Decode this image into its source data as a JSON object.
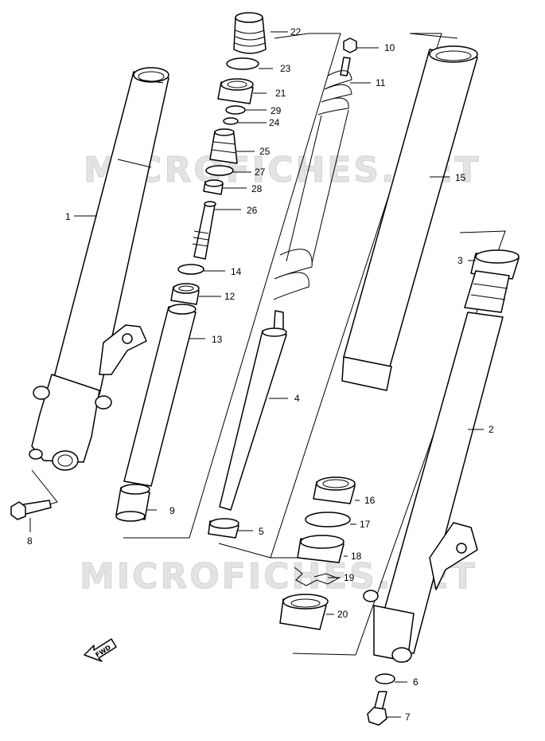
{
  "watermark": "MICROFICHES.NET",
  "fwd_label": "FWD",
  "callouts": [
    {
      "id": "c1",
      "label": "1"
    },
    {
      "id": "c2",
      "label": "2"
    },
    {
      "id": "c3",
      "label": "3"
    },
    {
      "id": "c4",
      "label": "4"
    },
    {
      "id": "c5",
      "label": "5"
    },
    {
      "id": "c6",
      "label": "6"
    },
    {
      "id": "c7",
      "label": "7"
    },
    {
      "id": "c8",
      "label": "8"
    },
    {
      "id": "c9",
      "label": "9"
    },
    {
      "id": "c10",
      "label": "10"
    },
    {
      "id": "c11",
      "label": "11"
    },
    {
      "id": "c12",
      "label": "12"
    },
    {
      "id": "c13",
      "label": "13"
    },
    {
      "id": "c14",
      "label": "14"
    },
    {
      "id": "c15",
      "label": "15"
    },
    {
      "id": "c16",
      "label": "16"
    },
    {
      "id": "c17",
      "label": "17"
    },
    {
      "id": "c18",
      "label": "18"
    },
    {
      "id": "c19",
      "label": "19"
    },
    {
      "id": "c20",
      "label": "20"
    },
    {
      "id": "c21",
      "label": "21"
    },
    {
      "id": "c22",
      "label": "22"
    },
    {
      "id": "c23",
      "label": "23"
    },
    {
      "id": "c24",
      "label": "24"
    },
    {
      "id": "c25",
      "label": "25"
    },
    {
      "id": "c26",
      "label": "26"
    },
    {
      "id": "c27",
      "label": "27"
    },
    {
      "id": "c28",
      "label": "28"
    },
    {
      "id": "c29",
      "label": "29"
    }
  ]
}
